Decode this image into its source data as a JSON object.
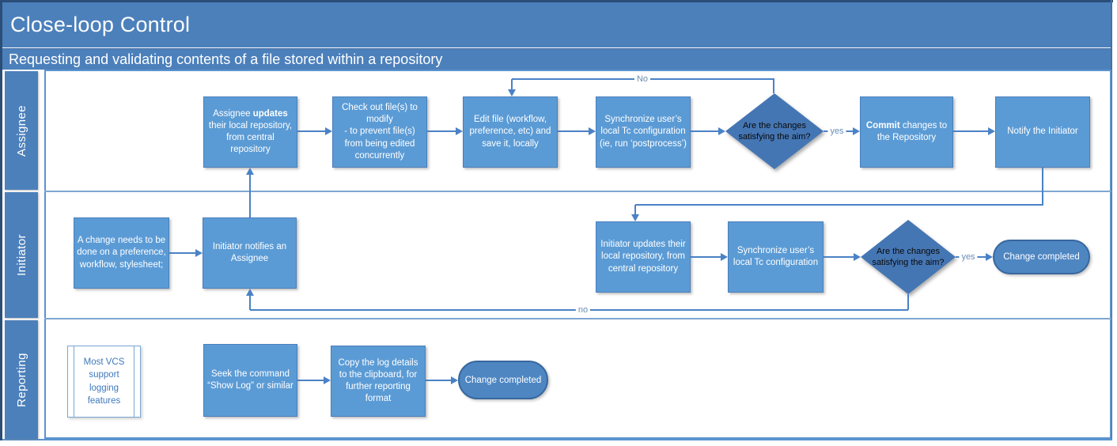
{
  "header": {
    "title": "Close-loop Control",
    "subtitle": "Requesting and validating contents of a file stored within a repository"
  },
  "lanes": {
    "assignee": "Assignee",
    "initiator": "Initiator",
    "reporting": "Reporting"
  },
  "assignee": {
    "update_repo": {
      "pre": "Assignee ",
      "bold": "updates",
      "post": " their local repository, from central repository"
    },
    "checkout": "Check out file(s) to modify\n- to prevent file(s) from being edited concurrently",
    "edit_file": "Edit file (workflow, preference, etc) and save it, locally",
    "sync_tc": "Synchronize user’s local Tc configuration (ie, run ‘postprocess’)",
    "decision": "Are the changes satisfying the aim?",
    "commit": {
      "bold": "Commit",
      "post": " changes to the Repository"
    },
    "notify": "Notify the Initiator"
  },
  "initiator": {
    "change_needed": "A change needs to be done on a preference, workflow, stylesheet;",
    "notify_assignee": "Initiator notifies an Assignee",
    "update_repo": "Initiator updates their local repository, from central repository",
    "sync_tc": "Synchronize user’s local Tc configuration",
    "decision": "Are the changes satisfying the aim?",
    "done": "Change completed"
  },
  "reporting": {
    "note": "Most VCS support logging features",
    "seek_log": "Seek the command “Show Log” or similar",
    "copy_log": "Copy the log details to the clipboard, for further reporting format",
    "done": "Change completed"
  },
  "edge_labels": {
    "no_top": "No",
    "yes_assignee": "yes",
    "no_bottom": "no",
    "yes_initiator": "yes"
  },
  "colors": {
    "band_blue": "#4c80bb",
    "box_fill": "#5b9bd5",
    "decision_fill": "#4576b4",
    "terminator_fill": "#4e86c2",
    "connector": "#4a82c6"
  }
}
